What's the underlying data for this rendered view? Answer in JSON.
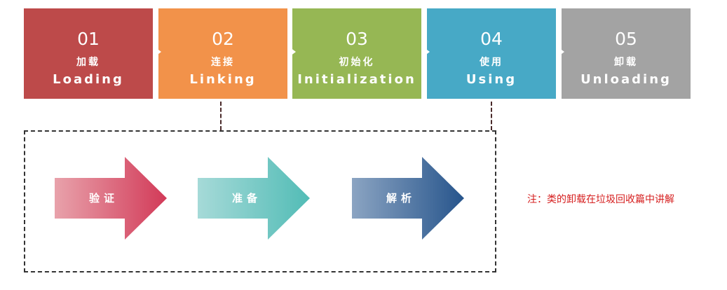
{
  "stages": [
    {
      "num": "01",
      "cn": "加载",
      "en": "Loading",
      "color": "#bd4a4a"
    },
    {
      "num": "02",
      "cn": "连接",
      "en": "Linking",
      "color": "#f2924a"
    },
    {
      "num": "03",
      "cn": "初始化",
      "en": "Initialization",
      "color": "#96b754"
    },
    {
      "num": "04",
      "cn": "使用",
      "en": "Using",
      "color": "#47a9c6"
    },
    {
      "num": "05",
      "cn": "卸载",
      "en": "Unloading",
      "color": "#a3a3a3"
    }
  ],
  "sub_steps": [
    {
      "label": "验证",
      "color_start": "#e8a2ab",
      "color_end": "#d23a58"
    },
    {
      "label": "准备",
      "color_start": "#a6dad8",
      "color_end": "#52bcb6"
    },
    {
      "label": "解析",
      "color_start": "#8ba4c2",
      "color_end": "#27558c"
    }
  ],
  "note": "注：类的卸载在垃圾回收篇中讲解"
}
